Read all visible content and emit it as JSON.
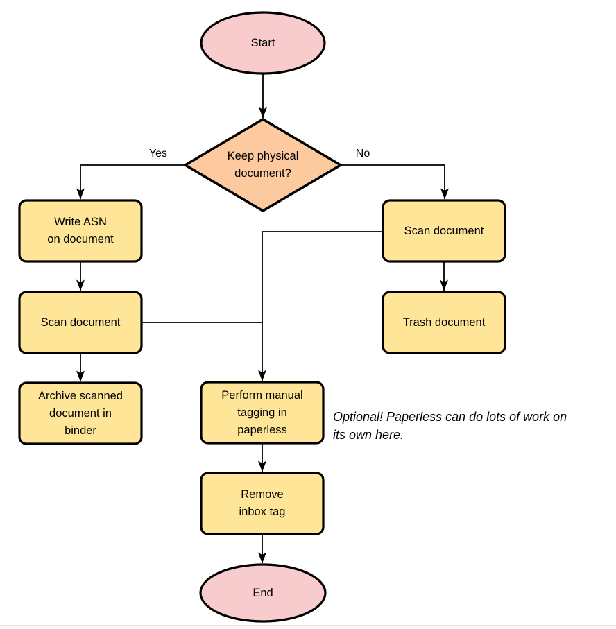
{
  "colors": {
    "terminal_fill": "#f8cccd",
    "decision_fill": "#fdc99e",
    "process_fill": "#ffe597",
    "stroke": "#000000",
    "edge": "#000000"
  },
  "nodes": {
    "start": {
      "label": "Start"
    },
    "decision": {
      "label": "Keep physical\ndocument?"
    },
    "write_asn": {
      "label": "Write ASN\non document"
    },
    "scan_left": {
      "label": "Scan document"
    },
    "archive": {
      "label": "Archive scanned\ndocument in\nbinder"
    },
    "scan_right": {
      "label": "Scan document"
    },
    "trash": {
      "label": "Trash document"
    },
    "tagging": {
      "label": "Perform manual\ntagging in\npaperless"
    },
    "remove_inbox": {
      "label": "Remove\ninbox tag"
    },
    "end": {
      "label": "End"
    }
  },
  "edge_labels": {
    "yes": "Yes",
    "no": "No"
  },
  "note": {
    "text": "Optional! Paperless can do lots of work on\nits own here."
  }
}
